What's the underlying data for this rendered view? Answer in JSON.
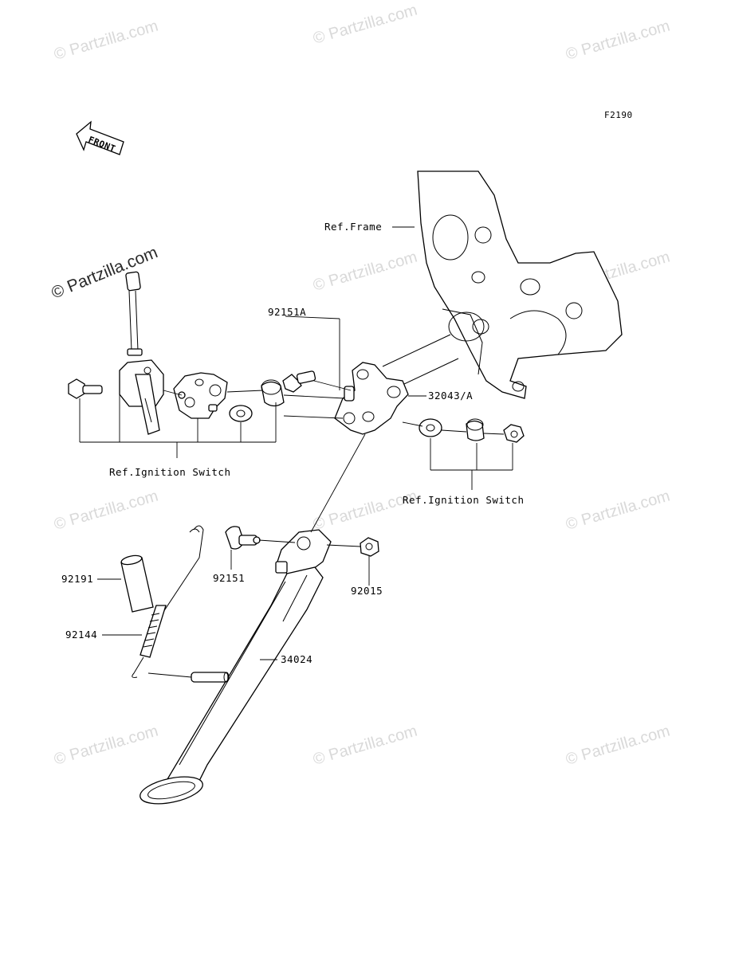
{
  "diagram_code": "F2190",
  "front_arrow_text": "FRONT",
  "watermark": {
    "text": "© Partzilla.com",
    "prominent_text": "© Partzilla.com"
  },
  "labels": {
    "ref_frame": "Ref.Frame",
    "ref_ignition_left": "Ref.Ignition Switch",
    "ref_ignition_right": "Ref.Ignition Switch",
    "p92151a": "92151A",
    "p32043a": "32043/A",
    "p92191": "92191",
    "p92151": "92151",
    "p92015": "92015",
    "p92144": "92144",
    "p34024": "34024"
  }
}
